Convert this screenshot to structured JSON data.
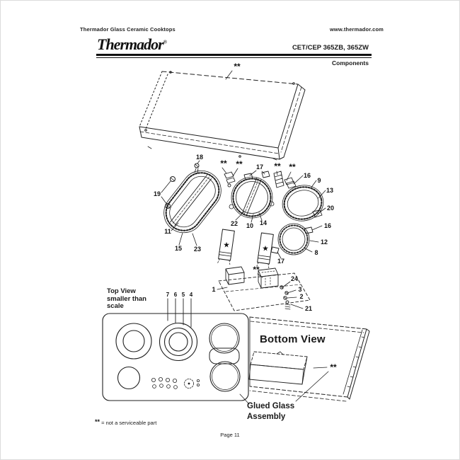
{
  "header": {
    "doc_title": "Thermador Glass Ceramic Cooktops",
    "website": "www.thermador.com",
    "brand": "Thermador",
    "brand_mark": "®",
    "model": "CET/CEP 365ZB, 365ZW",
    "section_title": "Components"
  },
  "diagram": {
    "captions": {
      "top_view": [
        "Top View",
        "smaller than",
        "scale"
      ],
      "bottom_view": "Bottom View",
      "glued_glass": [
        "Glued Glass",
        "Assembly"
      ]
    },
    "marks": {
      "double_star": "**",
      "single_star": "★"
    },
    "part_numbers": {
      "p1": "1",
      "p2": "2",
      "p3": "3",
      "p4": "4",
      "p5": "5",
      "p6": "6",
      "p7": "7",
      "p8": "8",
      "p9": "9",
      "p10": "10",
      "p11": "11",
      "p12": "12",
      "p13": "13",
      "p14": "14",
      "p15": "15",
      "p16": "16",
      "p17": "17",
      "p18": "18",
      "p19": "19",
      "p20": "20",
      "p21": "21",
      "p22": "22",
      "p23": "23",
      "p24": "24"
    }
  },
  "footer": {
    "footnote_mark": "**",
    "footnote_text": "= not a serviceable part",
    "page_number": "Page 11"
  }
}
